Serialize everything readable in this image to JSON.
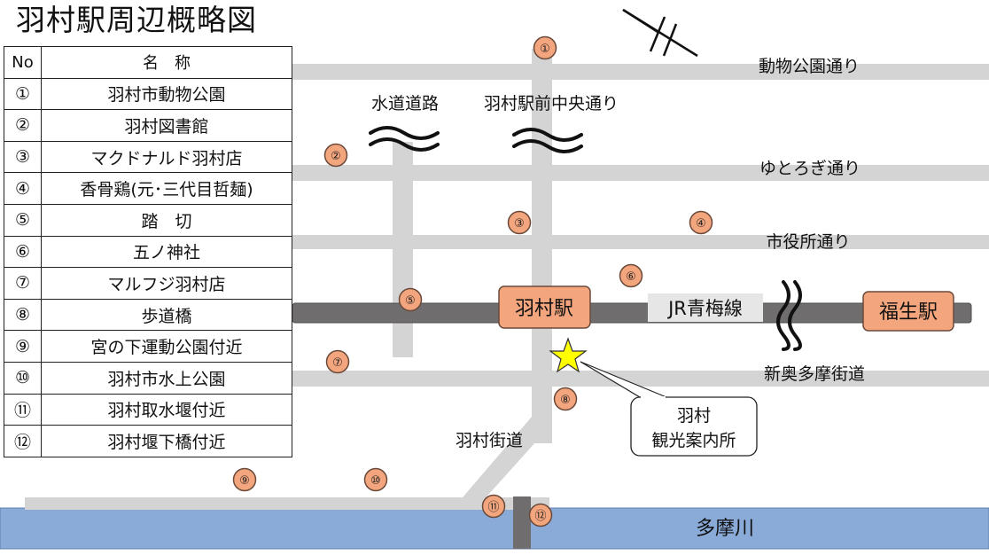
{
  "title": "羽村駅周辺概略図",
  "legend": {
    "header_no": "No",
    "header_name": "名　称",
    "items": [
      {
        "no": "①",
        "name": "羽村市動物公園"
      },
      {
        "no": "②",
        "name": "羽村図書館"
      },
      {
        "no": "③",
        "name": "マクドナルド羽村店"
      },
      {
        "no": "④",
        "name": "香骨鶏(元･三代目哲麺)"
      },
      {
        "no": "⑤",
        "name": "踏　切"
      },
      {
        "no": "⑥",
        "name": "五ノ神社"
      },
      {
        "no": "⑦",
        "name": "マルフジ羽村店"
      },
      {
        "no": "⑧",
        "name": "歩道橋"
      },
      {
        "no": "⑨",
        "name": "宮の下運動公園付近"
      },
      {
        "no": "⑩",
        "name": "羽村市水上公園"
      },
      {
        "no": "⑪",
        "name": "羽村取水堰付近"
      },
      {
        "no": "⑫",
        "name": "羽村堰下橋付近"
      }
    ]
  },
  "roads": {
    "dobutsu": "動物公園通り",
    "yutorogi": "ゆとろぎ通り",
    "shiyakusho": "市役所通り",
    "shin_okutama": "新奥多摩街道",
    "suido": "水道道路",
    "ekimae_chuo": "羽村駅前中央通り",
    "hamura_kaido": "羽村街道"
  },
  "railway": "JR青梅線",
  "stations": {
    "hamura": "羽村駅",
    "fussa": "福生駅"
  },
  "river": "多摩川",
  "tourist_info": {
    "line1": "羽村",
    "line2": "観光案内所"
  },
  "markers": [
    "①",
    "②",
    "③",
    "④",
    "⑤",
    "⑥",
    "⑦",
    "⑧",
    "⑨",
    "⑩",
    "⑪",
    "⑫"
  ],
  "colors": {
    "road": "#d4d4d4",
    "railway": "#6f6d6d",
    "river": "#8aaad8",
    "marker": "#f3a57d",
    "station": "#f3a57d",
    "star": "#ffff00"
  }
}
